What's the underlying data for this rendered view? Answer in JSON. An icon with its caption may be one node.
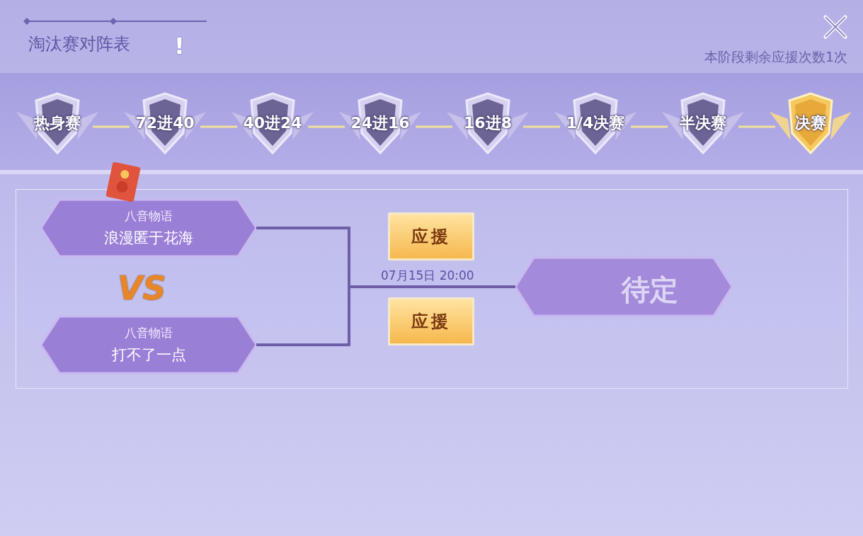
{
  "diagram": {
    "title": "淘汰赛对阵表",
    "nodes": [
      {
        "text": [
          "热身赛"
        ]
      },
      {
        "text": [
          "72进40"
        ]
      },
      {
        "text": [
          "40进24"
        ]
      },
      {
        "text": [
          "24进16"
        ]
      },
      {
        "text": [
          "16进8"
        ]
      },
      {
        "text": [
          "1/4决赛"
        ]
      },
      {
        "text": [
          "半决赛"
        ]
      },
      {
        "text": [
          "决赛"
        ]
      },
      {
        "text": [
          "八音物语",
          "浪漫匿于花海"
        ]
      },
      {
        "text": [
          "八音物语",
          "打不了一点"
        ]
      },
      {
        "text": [
          "待定"
        ]
      }
    ],
    "edges": [
      {
        "from": 0,
        "to": 1,
        "arrow": "none"
      },
      {
        "from": 1,
        "to": 2,
        "arrow": "none"
      },
      {
        "from": 2,
        "to": 3,
        "arrow": "none"
      },
      {
        "from": 3,
        "to": 4,
        "arrow": "none"
      },
      {
        "from": 4,
        "to": 5,
        "arrow": "none"
      },
      {
        "from": 5,
        "to": 6,
        "arrow": "none"
      },
      {
        "from": 6,
        "to": 7,
        "arrow": "none"
      },
      {
        "from": 8,
        "to": 10,
        "arrow": "none",
        "color": "#6e5ea8"
      },
      {
        "from": 9,
        "to": 10,
        "arrow": "none",
        "color": "#6e5ea8"
      }
    ],
    "labels": [
      "!",
      "本阶段剩余应援次数1次",
      "VS",
      "应援",
      "07月15日 20:00",
      "应援"
    ]
  }
}
